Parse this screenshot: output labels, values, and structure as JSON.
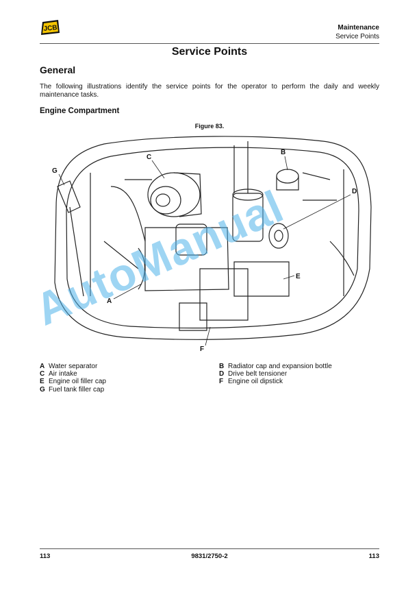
{
  "header": {
    "logo_text": "JCB",
    "section": "Maintenance",
    "subsection": "Service Points"
  },
  "page_title": "Service Points",
  "general_heading": "General",
  "intro_text": "The following illustrations identify the service points for the operator to perform the daily and weekly maintenance tasks.",
  "engine_heading": "Engine Compartment",
  "figure_caption": "Figure 83.",
  "figure_callouts": [
    "A",
    "B",
    "C",
    "D",
    "E",
    "F",
    "G"
  ],
  "legend_left": [
    {
      "key": "A",
      "label": "Water separator"
    },
    {
      "key": "C",
      "label": "Air intake"
    },
    {
      "key": "E",
      "label": "Engine oil filler cap"
    },
    {
      "key": "G",
      "label": "Fuel tank filler cap"
    }
  ],
  "legend_right": [
    {
      "key": "B",
      "label": "Radiator cap and expansion bottle"
    },
    {
      "key": "D",
      "label": "Drive belt tensioner"
    },
    {
      "key": "F",
      "label": "Engine oil dipstick"
    }
  ],
  "footer": {
    "page_left": "113",
    "doc_number": "9831/2750-2",
    "page_right": "113"
  },
  "watermark": "AutoManual",
  "colors": {
    "watermark": "#4fb3ea",
    "text": "#111111"
  }
}
